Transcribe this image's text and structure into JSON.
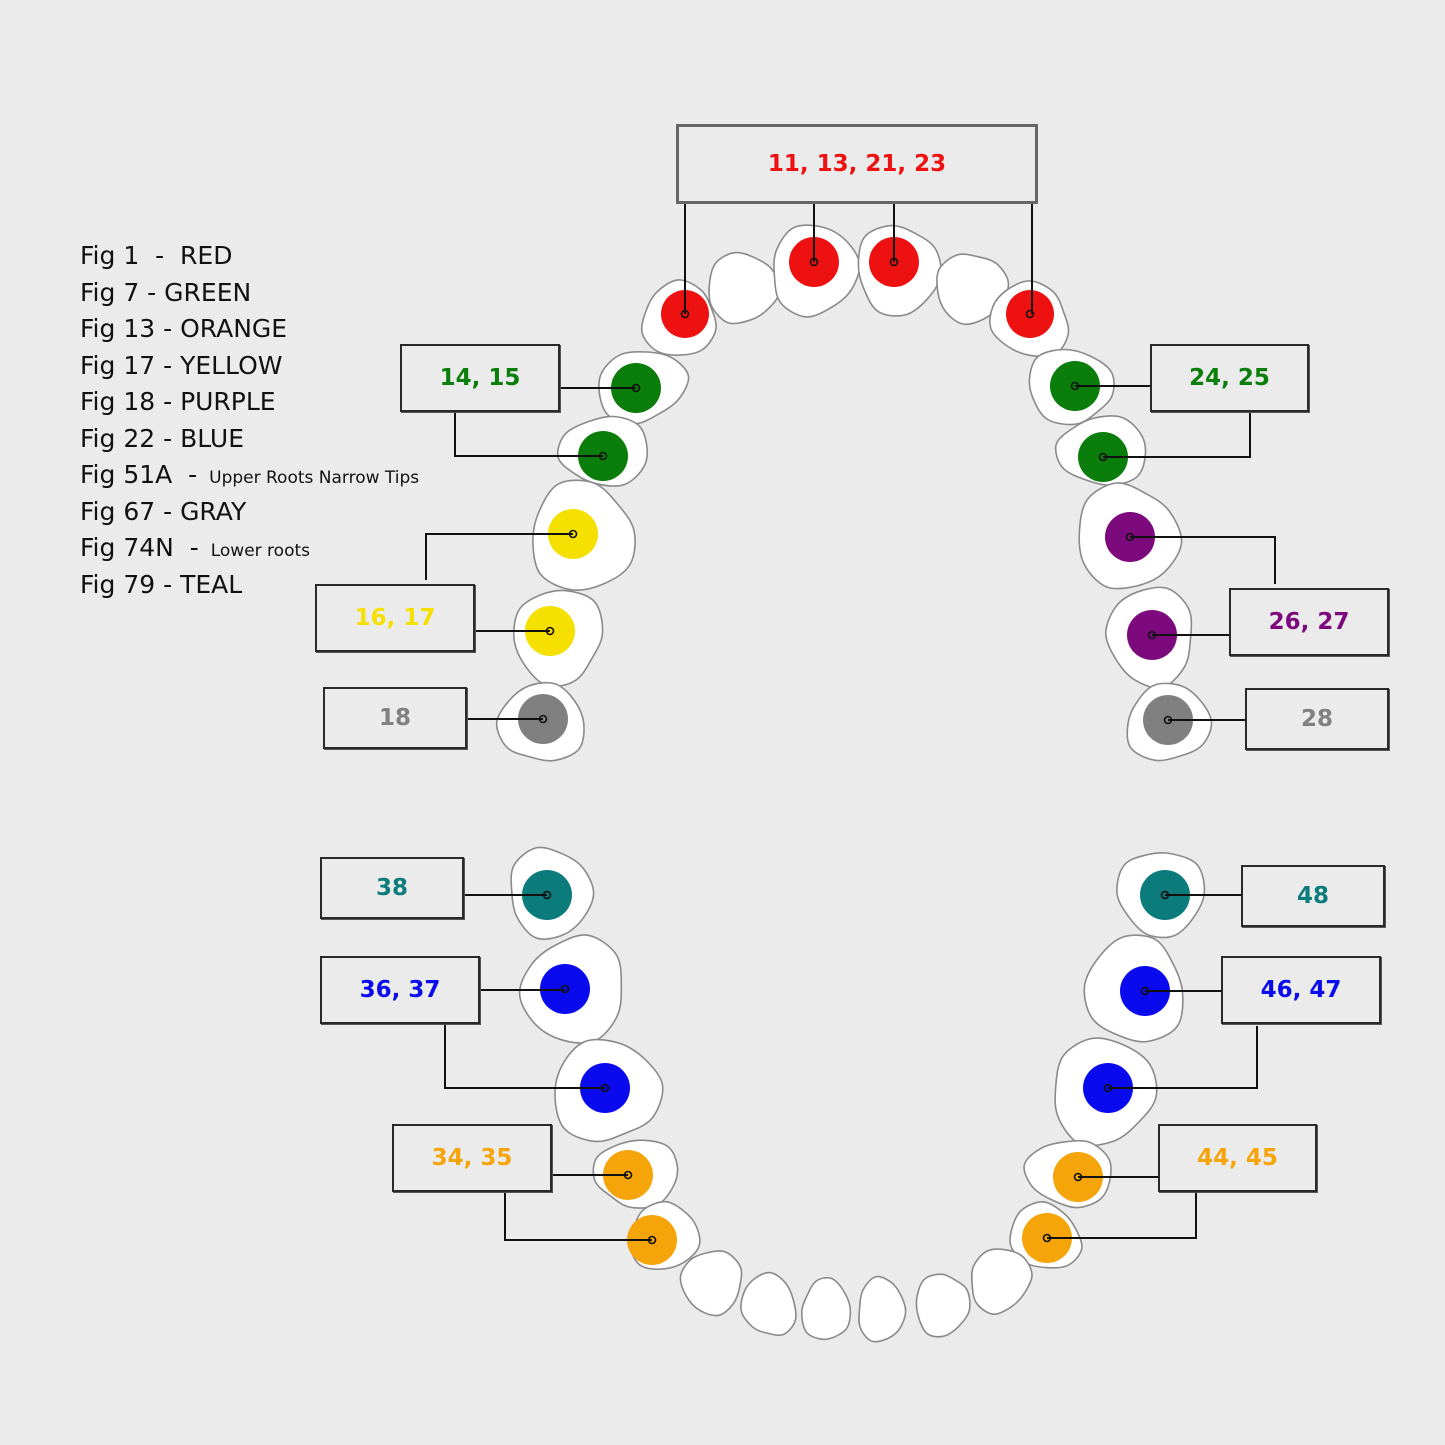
{
  "legend": [
    {
      "fig": "Fig 1",
      "sep": "  -  ",
      "label": "RED",
      "note": ""
    },
    {
      "fig": "Fig 7",
      "sep": " - ",
      "label": "GREEN",
      "note": ""
    },
    {
      "fig": "Fig 13",
      "sep": " - ",
      "label": "ORANGE",
      "note": ""
    },
    {
      "fig": "Fig 17",
      "sep": " - ",
      "label": "YELLOW",
      "note": ""
    },
    {
      "fig": "Fig 18",
      "sep": " - ",
      "label": "PURPLE",
      "note": ""
    },
    {
      "fig": "Fig 22",
      "sep": " - ",
      "label": "BLUE",
      "note": ""
    },
    {
      "fig": "Fig 51A",
      "sep": "  - ",
      "label": "",
      "note": "Upper Roots Narrow Tips"
    },
    {
      "fig": "Fig 67",
      "sep": " - ",
      "label": "GRAY",
      "note": ""
    },
    {
      "fig": "Fig 74N",
      "sep": "  - ",
      "label": "",
      "note": "Lower roots"
    },
    {
      "fig": "Fig 79",
      "sep": " - ",
      "label": "TEAL",
      "note": ""
    }
  ],
  "colors": {
    "red": "#ee1111",
    "green": "#0a7d0a",
    "orange": "#f5a40a",
    "yellow": "#f5e000",
    "purple": "#7d0a7d",
    "blue": "#0a0aee",
    "gray": "#808080",
    "teal": "#0b7b7b",
    "tooth_fill": "#ffffff",
    "background": "#ebebeb"
  },
  "labels": {
    "upper_incisors_canines": "11, 13, 21, 23",
    "upper_left_premolars": "14, 15",
    "upper_right_premolars": "24, 25",
    "upper_left_molars": "16, 17",
    "upper_right_molars": "26, 27",
    "upper_left_third_molar": "18",
    "upper_right_third_molar": "28",
    "lower_left_third_molar": "38",
    "lower_right_third_molar": "48",
    "lower_left_molars": "36, 37",
    "lower_right_molars": "46, 47",
    "lower_left_premolars": "34, 35",
    "lower_right_premolars": "44, 45"
  }
}
